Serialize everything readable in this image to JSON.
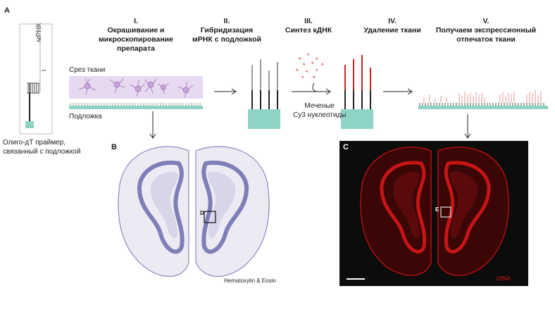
{
  "panel_a": {
    "letter": "A",
    "mrna_label": "мРНК",
    "slice_label": "Срез ткани",
    "substrate_label": "Подложка",
    "primer_label_line1": "Олиго-дТ праймер,",
    "primer_label_line2": "связанный с подложкой",
    "labeled_line1": "Меченые",
    "labeled_line2": "Cy3 нуклеотиды",
    "steps": [
      {
        "num": "I.",
        "line1": "Окрашивание и",
        "line2": "микроскопирование",
        "line3": "препарата"
      },
      {
        "num": "II.",
        "line1": "Гибридизация",
        "line2": "мРНК с подложкой",
        "line3": ""
      },
      {
        "num": "III.",
        "line1": "Синтез кДНК",
        "line2": "",
        "line3": ""
      },
      {
        "num": "IV.",
        "line1": "Удаление ткани",
        "line2": "",
        "line3": ""
      },
      {
        "num": "V.",
        "line1": "Получаем экспрессионный",
        "line2": "отпечаток ткани",
        "line3": ""
      }
    ]
  },
  "panel_b": {
    "letter": "B",
    "box_label": "D",
    "caption": "Hematoxylin & Eosin"
  },
  "panel_c": {
    "letter": "C",
    "box_label": "E",
    "caption": "cDNA"
  },
  "colors": {
    "substrate": "#8fd3c4",
    "tissue": "#e6d9f0",
    "cell": "#a070b8",
    "probe_red": "#d42020",
    "he_stain": "#5a5aa6",
    "fluor": "#e01818"
  }
}
